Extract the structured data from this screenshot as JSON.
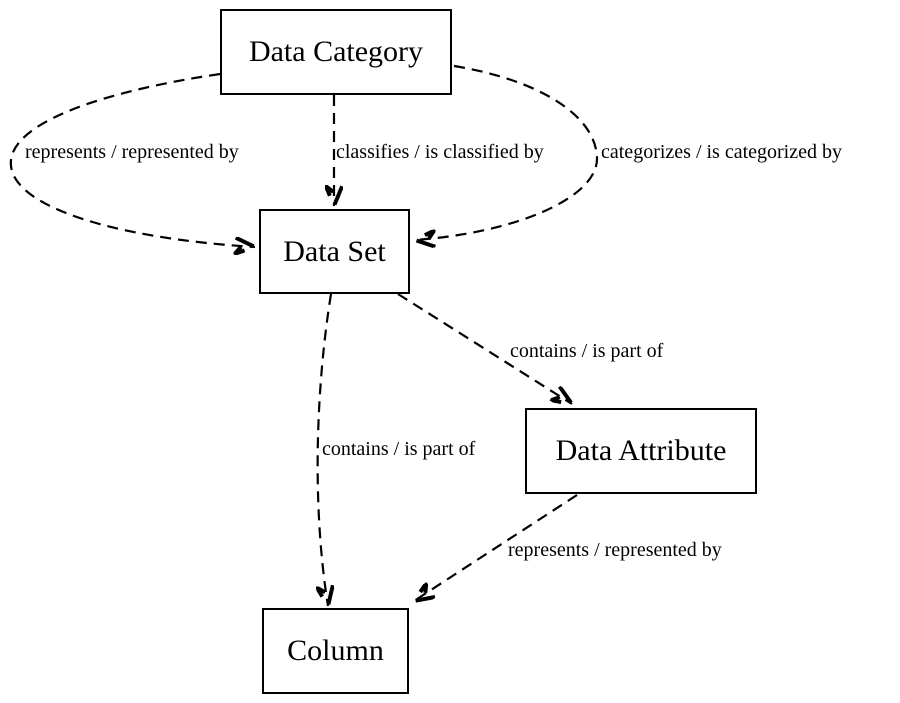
{
  "diagram": {
    "background_color": "#ffffff",
    "line_color": "#000000",
    "text_color": "#000000",
    "line_style": "dashed",
    "nodes": [
      {
        "id": "data-category",
        "label": "Data Category"
      },
      {
        "id": "data-set",
        "label": "Data Set"
      },
      {
        "id": "data-attribute",
        "label": "Data Attribute"
      },
      {
        "id": "column",
        "label": "Column"
      }
    ],
    "edges": [
      {
        "from": "Data Category",
        "to": "Data Set",
        "label": "represents / represented by"
      },
      {
        "from": "Data Category",
        "to": "Data Set",
        "label": "classifies / is classified by"
      },
      {
        "from": "Data Category",
        "to": "Data Set",
        "label": "categorizes / is categorized by"
      },
      {
        "from": "Data Set",
        "to": "Data Attribute",
        "label": "contains / is part of"
      },
      {
        "from": "Data Set",
        "to": "Column",
        "label": "contains / is part of"
      },
      {
        "from": "Data Attribute",
        "to": "Column",
        "label": "represents / represented by"
      }
    ]
  }
}
